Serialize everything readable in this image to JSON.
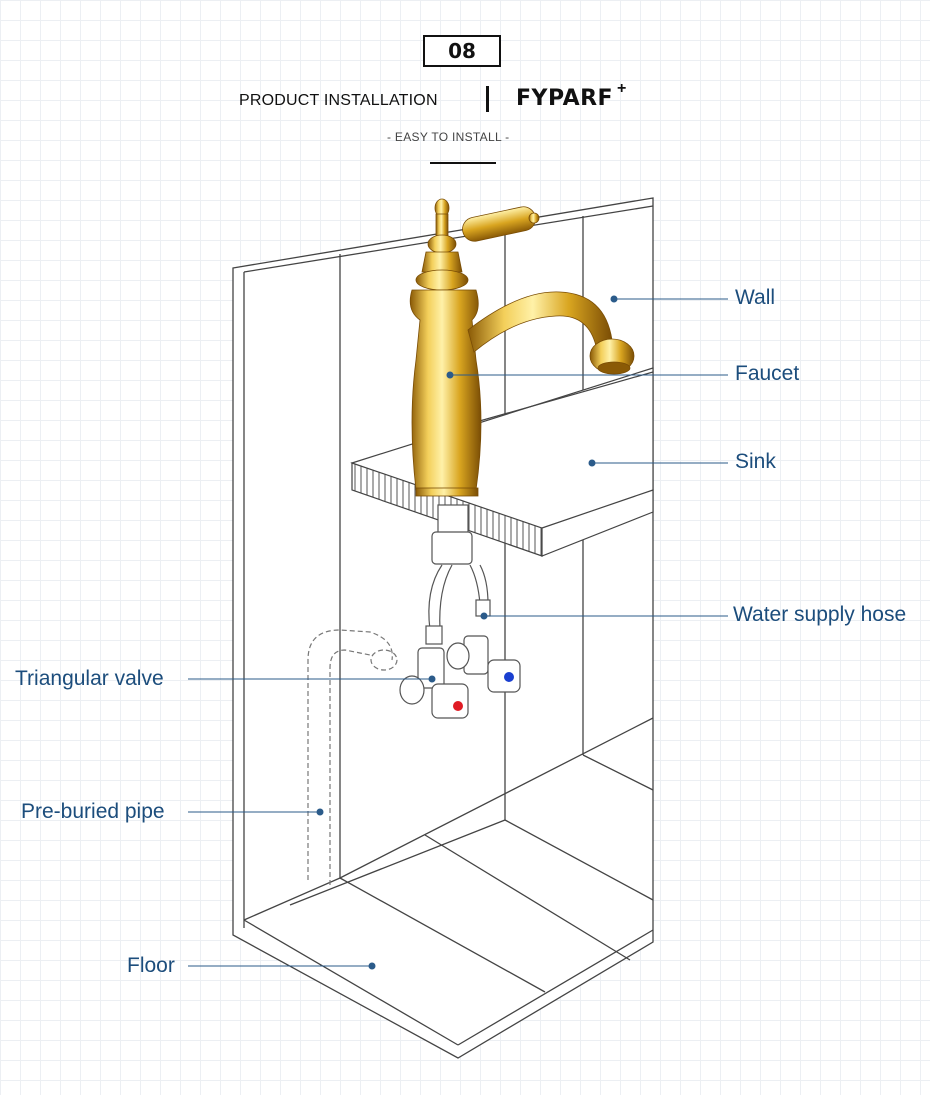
{
  "header": {
    "badge": "08",
    "title": "PRODUCT INSTALLATION",
    "brand": "FYPARF",
    "brand_mark": "+",
    "subtitle": "- EASY TO INSTALL -"
  },
  "labels": {
    "wall": "Wall",
    "faucet": "Faucet",
    "sink": "Sink",
    "water_supply_hose": "Water supply hose",
    "triangular_valve": "Triangular valve",
    "pre_buried_pipe": "Pre-buried pipe",
    "floor": "Floor"
  },
  "colors": {
    "label_text": "#1c4d7c",
    "leader_line": "#2b5b8a",
    "faucet_gold": "#d9a520",
    "hot_indicator": "#e01b24",
    "cold_indicator": "#1a3fd0"
  }
}
